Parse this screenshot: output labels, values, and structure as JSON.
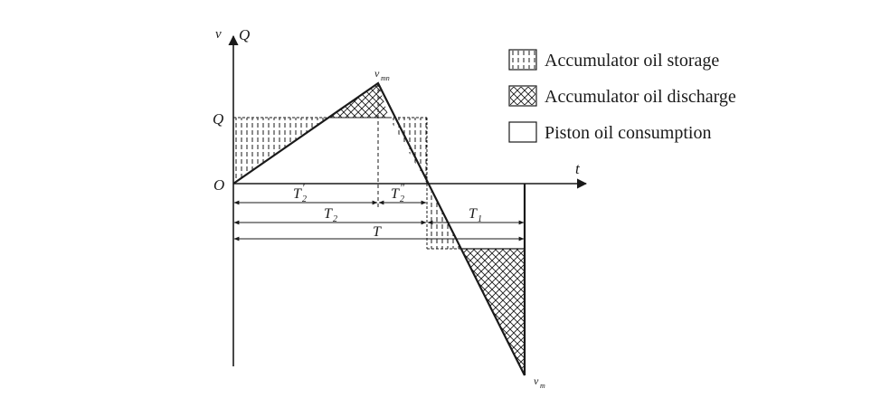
{
  "axes": {
    "y_label_v": "v",
    "y_label_q": "Q",
    "x_label": "t",
    "origin_label": "O",
    "q_level_label": "Q"
  },
  "peaks": {
    "max_label_main": "v",
    "max_label_sub": "mn",
    "min_label_main": "v",
    "min_label_sub": "m"
  },
  "intervals": {
    "t2_prime_main": "T",
    "t2_prime_sub": "2",
    "t2_prime_mark": "′",
    "t2_double_main": "T",
    "t2_double_sub": "2",
    "t2_double_mark": "″",
    "t2_main": "T",
    "t2_sub": "2",
    "t1_main": "T",
    "t1_sub": "1",
    "t_main": "T"
  },
  "legend": {
    "items": [
      {
        "label": "Accumulator oil storage",
        "pattern": "vertical-hatch"
      },
      {
        "label": "Accumulator oil discharge",
        "pattern": "cross-hatch"
      },
      {
        "label": "Piston oil consumption",
        "pattern": "empty"
      }
    ]
  },
  "colors": {
    "ink": "#1a1a1a",
    "background": "#ffffff"
  }
}
